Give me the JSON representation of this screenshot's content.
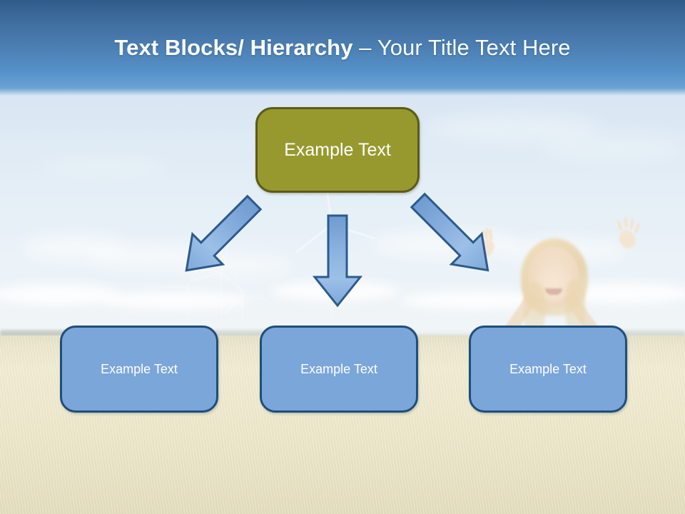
{
  "slide": {
    "title": {
      "bold_part": "Text Blocks/ Hierarchy ",
      "separator": "– ",
      "regular_part": "Your Title Text Here",
      "full": "Text Blocks/ Hierarchy – Your Title Text Here"
    },
    "background": {
      "description": "girl-in-wheat-field-with-wind-turbines-photo",
      "sky_color": "#d6e6f3",
      "field_color": "#ebe4c7",
      "band_top_color": "#2f5b8a",
      "band_bottom_color": "#6ba2d4"
    },
    "diagram": {
      "type": "hierarchy",
      "root": {
        "label": "Example  Text",
        "fill": "#97992e",
        "border": "#5a5b19",
        "text_color": "#ffffff"
      },
      "children": [
        {
          "label": "Example Text",
          "fill": "#7ba6da",
          "border": "#1f4e79",
          "text_color": "#ffffff"
        },
        {
          "label": "Example Text",
          "fill": "#7ba6da",
          "border": "#1f4e79",
          "text_color": "#ffffff"
        },
        {
          "label": "Example Text",
          "fill": "#7ba6da",
          "border": "#1f4e79",
          "text_color": "#ffffff"
        }
      ],
      "connectors": [
        {
          "name": "arrow-down-left",
          "direction": "down-left",
          "fill": "#86aedd",
          "border": "#2b5b8c"
        },
        {
          "name": "arrow-down",
          "direction": "down",
          "fill": "#86aedd",
          "border": "#2b5b8c"
        },
        {
          "name": "arrow-down-right",
          "direction": "down-right",
          "fill": "#86aedd",
          "border": "#2b5b8c"
        }
      ]
    }
  }
}
